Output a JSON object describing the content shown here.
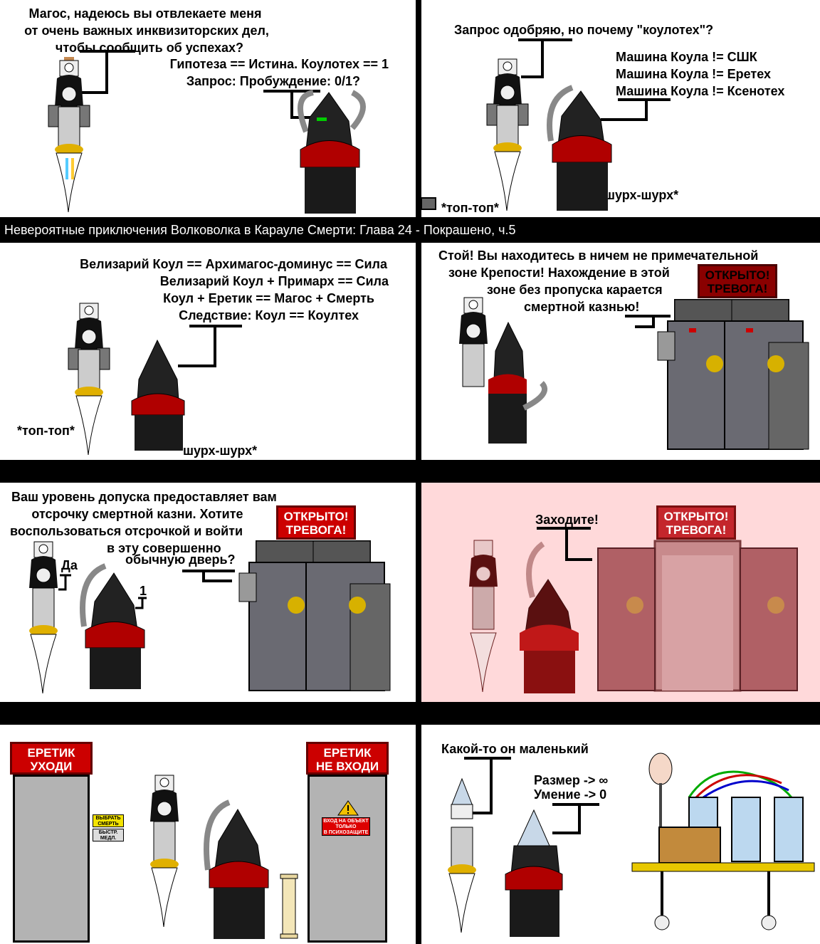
{
  "colors": {
    "gutter": "#000000",
    "panel_bg": "#ffffff",
    "alert_bg": "#ffd9da",
    "sign_red": "#cc0000",
    "robe_red": "#b00000",
    "robe_black": "#1a1a1a",
    "armor_grey": "#555560"
  },
  "banner": {
    "title": "Невероятные приключения Волковолка в Карауле Смерти: Глава 24 - Покрашено, ч.5"
  },
  "panel1": {
    "inquisitor_line1": "Магос, надеюсь вы отвлекаете меня",
    "inquisitor_line2": "от очень важных инквизиторских дел,",
    "inquisitor_line3": "чтобы сообщить об успехах?",
    "magos_line1": "Гипотеза == Истина. Коулотех == 1",
    "magos_line2": "Запрос: Пробуждение: 0/1?"
  },
  "panel2": {
    "inquisitor_line": "Запрос одобряю, но почему \"коулотех\"?",
    "magos_line1": "Машина Коула != СШК",
    "magos_line2": "Машина Коула != Еретех",
    "magos_line3": "Машина Коула != Ксенотех",
    "sfx_steps": "*топ-топ*",
    "sfx_rustle": "*шурх-шурх*"
  },
  "panel3": {
    "magos_line1": "Велизарий Коул == Архимагос-доминус == Сила",
    "magos_line2": "Велизарий Коул + Примарх == Сила",
    "magos_line3": "Коул + Еретик == Магос + Смерть",
    "magos_line4": "Следствие: Коул == Коултех",
    "sfx_steps": "*топ-топ*",
    "sfx_rustle": "*шурх-шурх*"
  },
  "panel4": {
    "guard_line1": "Стой! Вы находитесь в ничем не примечательной",
    "guard_line2": "зоне Крепости! Нахождение в этой",
    "guard_line3": "зоне без пропуска карается",
    "guard_line4": "смертной казнью!",
    "sign_line1": "ОТКРЫТО!",
    "sign_line2": "ТРЕВОГА!"
  },
  "panel5": {
    "guard_line1": "Ваш уровень допуска предоставляет вам",
    "guard_line2": "отсрочку смертной казни. Хотите",
    "guard_line3": "воспользоваться отсрочкой и войти",
    "guard_line4": "в эту совершенно",
    "guard_line5": "обычную дверь?",
    "inquisitor_reply": "Да",
    "magos_reply": "1",
    "sign_line1": "ОТКРЫТО!",
    "sign_line2": "ТРЕВОГА!"
  },
  "panel6": {
    "guard_line": "Заходите!",
    "sign_line1": "ОТКРЫТО!",
    "sign_line2": "ТРЕВОГА!"
  },
  "panel7": {
    "left_sign_line1": "ЕРЕТИК",
    "left_sign_line2": "УХОДИ",
    "right_sign_line1": "ЕРЕТИК",
    "right_sign_line2": "НЕ ВХОДИ",
    "button_yellow_line1": "ВЫБРАТЬ",
    "button_yellow_line2": "СМЕРТЬ",
    "button_grey_line1": "БЫСТР.",
    "button_grey_line2": "МЕДЛ.",
    "door_notice_line1": "ВХОД НА ОБЪЕКТ",
    "door_notice_line2": "ТОЛЬКО",
    "door_notice_line3": "В ПСИХОЗАЩИТЕ"
  },
  "panel8": {
    "inquisitor_line": "Какой-то он маленький",
    "magos_line1": "Размер -> ∞",
    "magos_line2": "Умение -> 0"
  }
}
